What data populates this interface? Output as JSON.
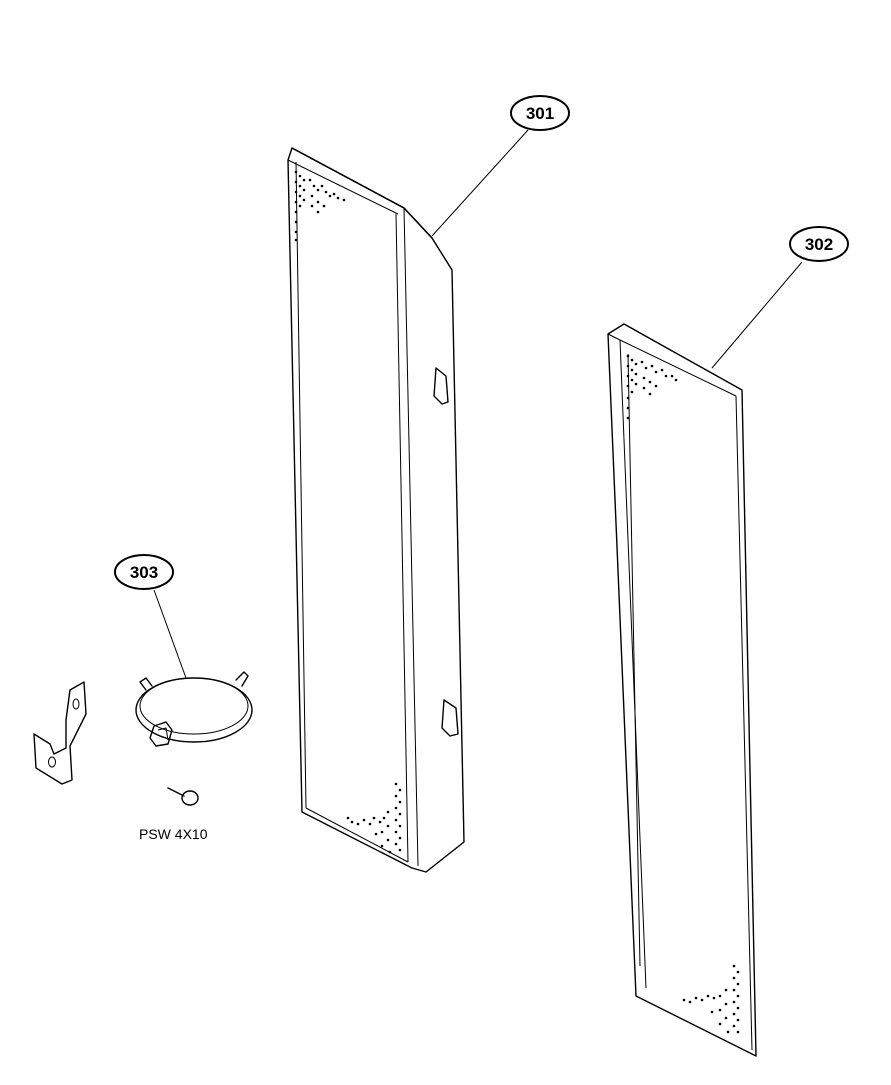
{
  "callouts": {
    "part_301": "301",
    "part_302": "302",
    "part_303": "303"
  },
  "hardware": {
    "screw_label": "PSW 4X10"
  },
  "colors": {
    "line": "#000000",
    "background": "#ffffff"
  }
}
